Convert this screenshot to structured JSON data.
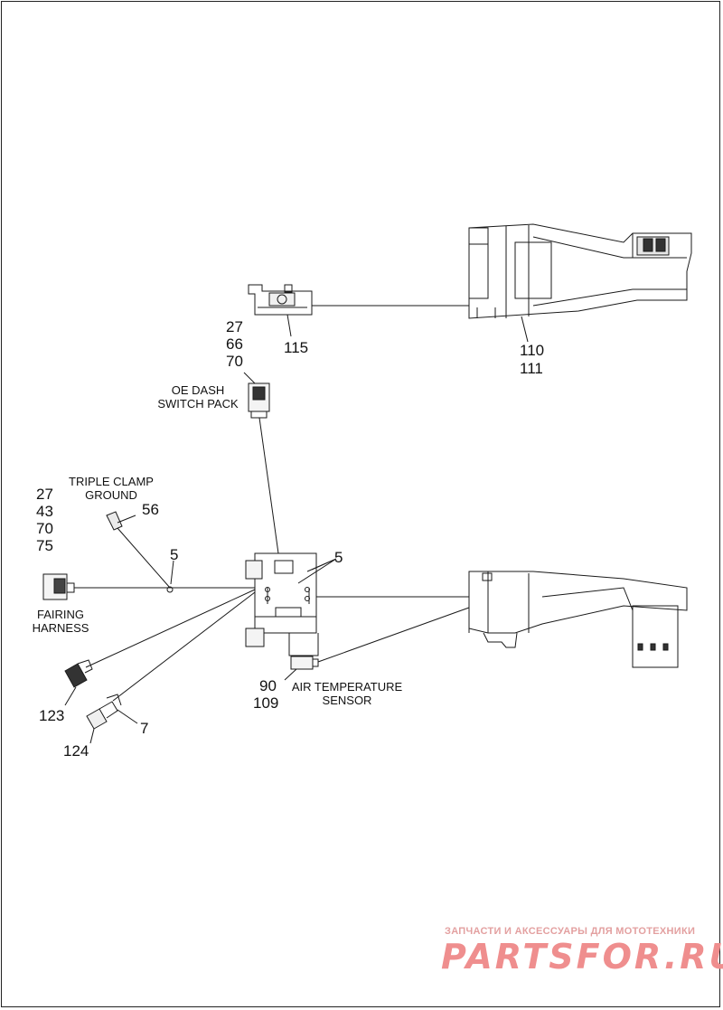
{
  "diagram": {
    "callouts": {
      "c115": "115",
      "c110": "110",
      "c111": "111",
      "dash_27": "27",
      "dash_66": "66",
      "dash_70": "70",
      "fair_27": "27",
      "fair_43": "43",
      "fair_70": "70",
      "fair_75": "75",
      "c56": "56",
      "c5_ground": "5",
      "c5_bracket": "5",
      "c90": "90",
      "c109": "109",
      "c123": "123",
      "c124": "124",
      "c7": "7"
    },
    "labels": {
      "oe_dash_line1": "OE DASH",
      "oe_dash_line2": "SWITCH PACK",
      "triple_clamp_line1": "TRIPLE CLAMP",
      "triple_clamp_line2": "GROUND",
      "fairing_line1": "FAIRING",
      "fairing_line2": "HARNESS",
      "air_temp_line1": "AIR TEMPERATURE",
      "air_temp_line2": "SENSOR"
    }
  },
  "watermark": {
    "tagline": "ЗАПЧАСТИ И АКСЕССУАРЫ ДЛЯ МОТОТЕХНИКИ",
    "logo": "PARTSFOR.RU"
  }
}
